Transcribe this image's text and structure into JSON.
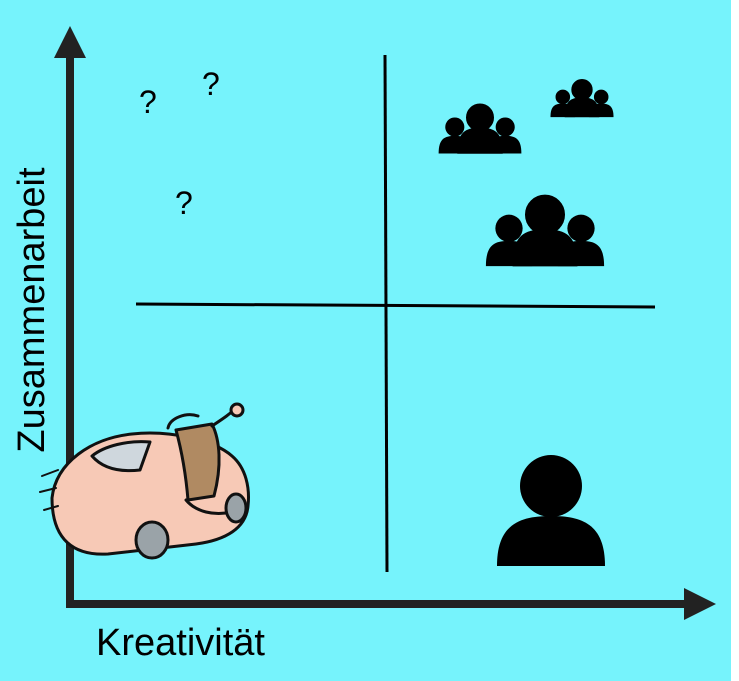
{
  "diagram": {
    "x_axis_label": "Kreativität",
    "y_axis_label": "Zusammenarbeit",
    "question_marks": [
      "?",
      "?",
      "?"
    ]
  },
  "colors": {
    "background": "#76f3fc",
    "ink": "#000000",
    "car_body": "#f7c9b6",
    "person_coat": "#b08a62"
  },
  "icons": {
    "top_left": "question-marks",
    "top_right": "group-of-people-icons",
    "bottom_left": "cartoon-man-in-car",
    "bottom_right": "single-person-icon"
  }
}
